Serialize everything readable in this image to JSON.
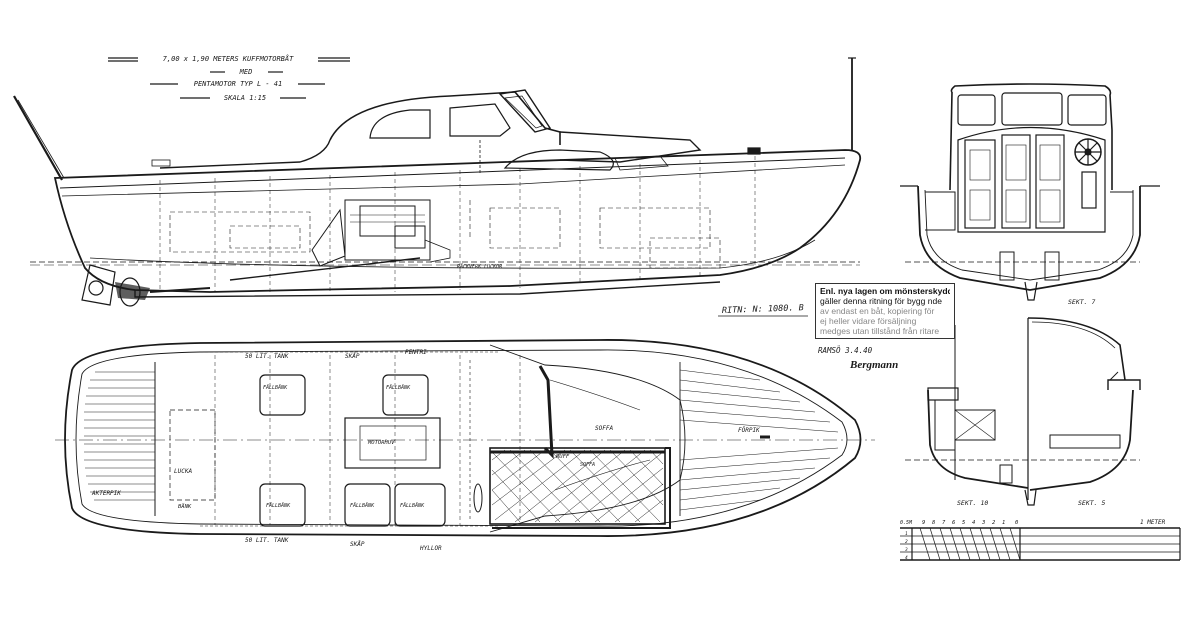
{
  "title_block": {
    "line1": "7,00 x 1,90 METERS KUFFMOTORBÅT",
    "line2": "MED",
    "line3": "PENTAMOTOR TYP L - 41",
    "line4": "SKALA 1:15"
  },
  "drawing_number": "RITN: N: 1080. B",
  "place_date": "RAMSÖ 3.4.40",
  "signature": "Bergmann",
  "stamp": {
    "line1": "Enl. nya lagen om mönsterskydd",
    "line2": "gäller denna ritning för bygg nde",
    "line3": "av endast en båt, kopiering för",
    "line4": "ej heller vidare försäljning",
    "line5": "medges utan tillstånd från ritare"
  },
  "profile_labels": {
    "rudder_note": "RÄCKVERK LUCKOR"
  },
  "plan_labels": {
    "tank_top": "50 LIT. TANK",
    "tank_bottom": "50 LIT. TANK",
    "skap_top": "SKÅP",
    "skap_bottom": "SKÅP",
    "pentri": "PENTRI",
    "fallbank_1": "FÄLLBÄNK",
    "fallbank_2": "FÄLLBÄNK",
    "fallbank_3": "FÄLLBÄNK",
    "fallbank_4": "FÄLLBÄNK",
    "fallbank_5": "FÄLLBÄNK",
    "motorhuv": "MOTORHUV",
    "lucka": "LUCKA",
    "bank": "BÄNK",
    "akterpik": "AKTERPIK",
    "hyllor": "HYLLOR",
    "soffa": "SOFFA",
    "ruff": "RUFF",
    "soffa2": "SOFFA",
    "forpik": "FÖRPIK"
  },
  "section_labels": {
    "sekt7": "SEKT. 7",
    "sekt10": "SEKT. 10",
    "sekt5": "SEKT. 5"
  },
  "scale_bar": {
    "numbers": [
      "0.5M",
      "9",
      "8",
      "7",
      "6",
      "5",
      "4",
      "3",
      "2",
      "1",
      "0"
    ],
    "meter_label": "1 METER",
    "side_numbers": [
      "1",
      "2",
      "3",
      "4"
    ]
  }
}
